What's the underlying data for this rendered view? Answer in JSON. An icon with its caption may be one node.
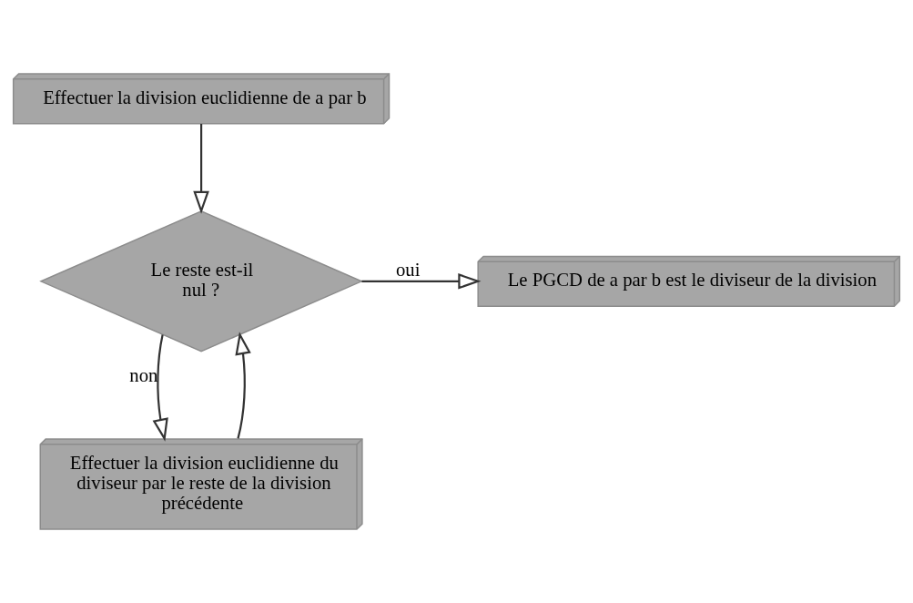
{
  "diagram": {
    "nodes": [
      {
        "text": [
          "Effectuer la division euclidienne de a par b"
        ]
      },
      {
        "text": [
          "Le reste est-il nul ?"
        ]
      },
      {
        "text": [
          "Le PGCD de a par b est le diviseur de la division"
        ]
      },
      {
        "text": [
          "Effectuer la division euclidienne du diviseur par le reste de la division précédente"
        ]
      }
    ],
    "edges": [
      {
        "from": 0,
        "to": 1,
        "arrow": "to"
      },
      {
        "from": 1,
        "to": 2,
        "arrow": "to",
        "label": "oui"
      },
      {
        "from": 1,
        "to": 3,
        "arrow": "to",
        "label": "non"
      },
      {
        "from": 3,
        "to": 1,
        "arrow": "to"
      }
    ]
  }
}
